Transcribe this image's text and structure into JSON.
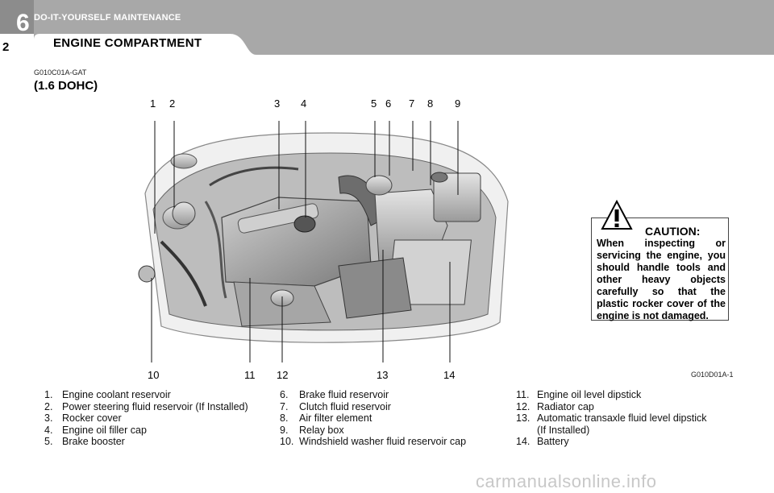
{
  "header": {
    "chapter_number": "6",
    "chapter_title": "DO-IT-YOURSELF MAINTENANCE",
    "page_number": "2",
    "section_title": "ENGINE COMPARTMENT",
    "band_color": "#a8a8a8"
  },
  "figure": {
    "code": "G010C01A-GAT",
    "engine_label": "(1.6 DOHC)",
    "callouts_top": [
      "1",
      "2",
      "3",
      "4",
      "5",
      "6",
      "7",
      "8",
      "9"
    ],
    "callouts_bottom": [
      "10",
      "11",
      "12",
      "13",
      "14"
    ]
  },
  "caution": {
    "title": "CAUTION:",
    "text": "When inspecting or servicing the engine, you should handle tools and other heavy objects carefully so that the plastic rocker cover of the engine is not damaged.",
    "code": "G010D01A-1"
  },
  "legend": {
    "col1": [
      {
        "num": "1.",
        "text": "Engine coolant reservoir"
      },
      {
        "num": "2.",
        "text": "Power steering fluid reservoir (If Installed)"
      },
      {
        "num": "3.",
        "text": "Rocker cover"
      },
      {
        "num": "4.",
        "text": "Engine oil filler cap"
      },
      {
        "num": "5.",
        "text": "Brake booster"
      }
    ],
    "col2": [
      {
        "num": "6.",
        "text": "Brake fluid reservoir"
      },
      {
        "num": "7.",
        "text": "Clutch fluid reservoir"
      },
      {
        "num": "8.",
        "text": "Air filter element"
      },
      {
        "num": "9.",
        "text": "Relay box"
      },
      {
        "num": "10.",
        "text": "Windshield washer fluid reservoir cap"
      }
    ],
    "col3": [
      {
        "num": "11.",
        "text": "Engine oil level dipstick"
      },
      {
        "num": "12.",
        "text": "Radiator cap"
      },
      {
        "num": "13.",
        "text": "Automatic transaxle fluid level dipstick"
      },
      {
        "num": "",
        "text": "(If Installed)"
      },
      {
        "num": "14.",
        "text": "Battery"
      }
    ]
  },
  "watermark": "carmanualsonline.info"
}
